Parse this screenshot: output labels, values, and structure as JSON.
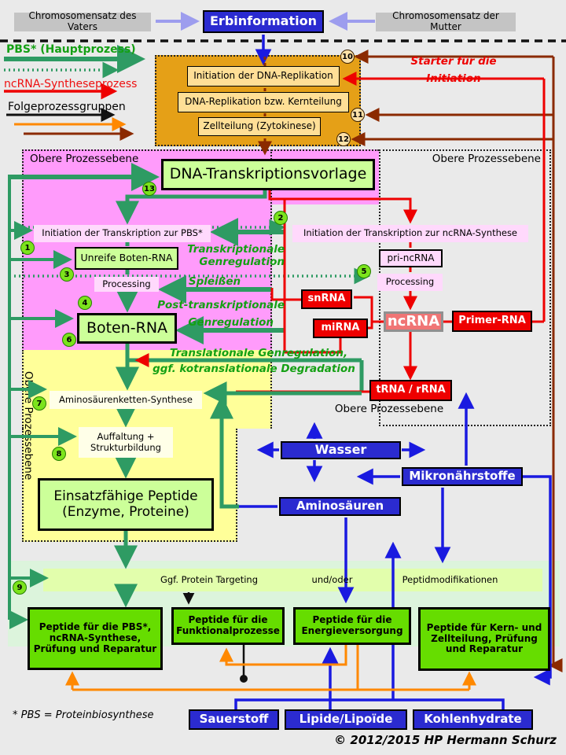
{
  "header": {
    "father": "Chromosomensatz des Vaters",
    "title": "Erbinformation",
    "mother": "Chromosomensatz der Mutter"
  },
  "legend": {
    "main_process": "PBS* (Hauptprozess)",
    "ncrna_process": "ncRNA-Syntheseprozess",
    "follow_groups": "Folgeprozessgruppen"
  },
  "replication": {
    "initiation": "Initiation  der  DNA-Replikation",
    "replication": "DNA-Replikation  bzw.  Kernteilung",
    "cytokinesis": "Zellteilung  (Zytokinese)",
    "starter_line1": "Starter für die",
    "starter_line2": "Initiation"
  },
  "levels": {
    "upper_left": "Obere Prozessebene",
    "upper_right": "Obere Prozessebene",
    "upper_bottom": "Obere Prozessebene",
    "left_vertical": "Obere Prozessebene"
  },
  "transcription": {
    "template": "DNA-Transkriptionsvorlage",
    "init_pbs": "Initiation  der  Transkription  zur  PBS*",
    "immature_mrna": "Unreife  Boten-RNA",
    "processing_left": "Processing",
    "mrna": "Boten-RNA",
    "init_ncrna": "Initiation  der  Transkription  zur  ncRNA-Synthese",
    "pri_ncrna": "pri-ncRNA",
    "processing_right": "Processing"
  },
  "regulation": {
    "transcriptional_1": "Transkriptionale",
    "transcriptional_2": "Genregulation",
    "splicing": "Spleißen",
    "post_transcriptional_1": "Post-transkriptionale",
    "post_transcriptional_2": "Genregulation",
    "translational_1": "Translationale Genregulation,",
    "translational_2": "ggf. kotranslationale Degradation"
  },
  "rna": {
    "snrna": "snRNA",
    "mirna": "miRNA",
    "ncrna": "ncRNA",
    "primer": "Primer-RNA",
    "trna_rrna": "tRNA  /  rRNA"
  },
  "synthesis": {
    "chain": "Aminosäurenketten-Synthese",
    "folding": "Auffaltung  + Strukturbildung",
    "peptides": "Einsatzfähige Peptide (Enzyme, Proteine)"
  },
  "inputs": {
    "water": "Wasser",
    "micronutrients": "Mikronährstoffe",
    "amino_acids": "Aminosäuren",
    "oxygen": "Sauerstoff",
    "lipids": "Lipide/Lipoïde",
    "carbohydrates": "Kohlenhydrate"
  },
  "band": {
    "targeting": "Ggf.  Protein Targeting",
    "and_or": "und/oder",
    "modifications": "Peptidmodifikationen"
  },
  "peptides": {
    "p1": "Peptide für die PBS*, ncRNA-Synthese, Prüfung und Reparatur",
    "p2": "Peptide für die Funktionalprozesse",
    "p3": "Peptide für die Energieversorgung",
    "p4": "Peptide für Kern- und Zellteilung,  Prüfung und Reparatur"
  },
  "circles": {
    "c1": "1",
    "c2": "2",
    "c3": "3",
    "c4": "4",
    "c5": "5",
    "c6": "6",
    "c7": "7",
    "c8": "8",
    "c9": "9",
    "c10": "10",
    "c11": "11",
    "c12": "12",
    "c13": "13"
  },
  "footer": {
    "footnote": "* PBS = Proteinbiosynthese",
    "copyright": "© 2012/2015 HP Hermann Schurz"
  },
  "colors": {
    "process_green": "#2E9B63",
    "ncrna_red": "#EE0000",
    "follow_black": "#111111",
    "follow_orange": "#FF8800",
    "follow_brown": "#8B2A00",
    "nutrient_blue": "#2222CC",
    "heredity_violet": "#9D9DEE",
    "region_pink": "#FF9BFB",
    "region_yellow": "#FFFF99",
    "region_orange": "#E5A017",
    "peptide_green": "#66DD00"
  }
}
